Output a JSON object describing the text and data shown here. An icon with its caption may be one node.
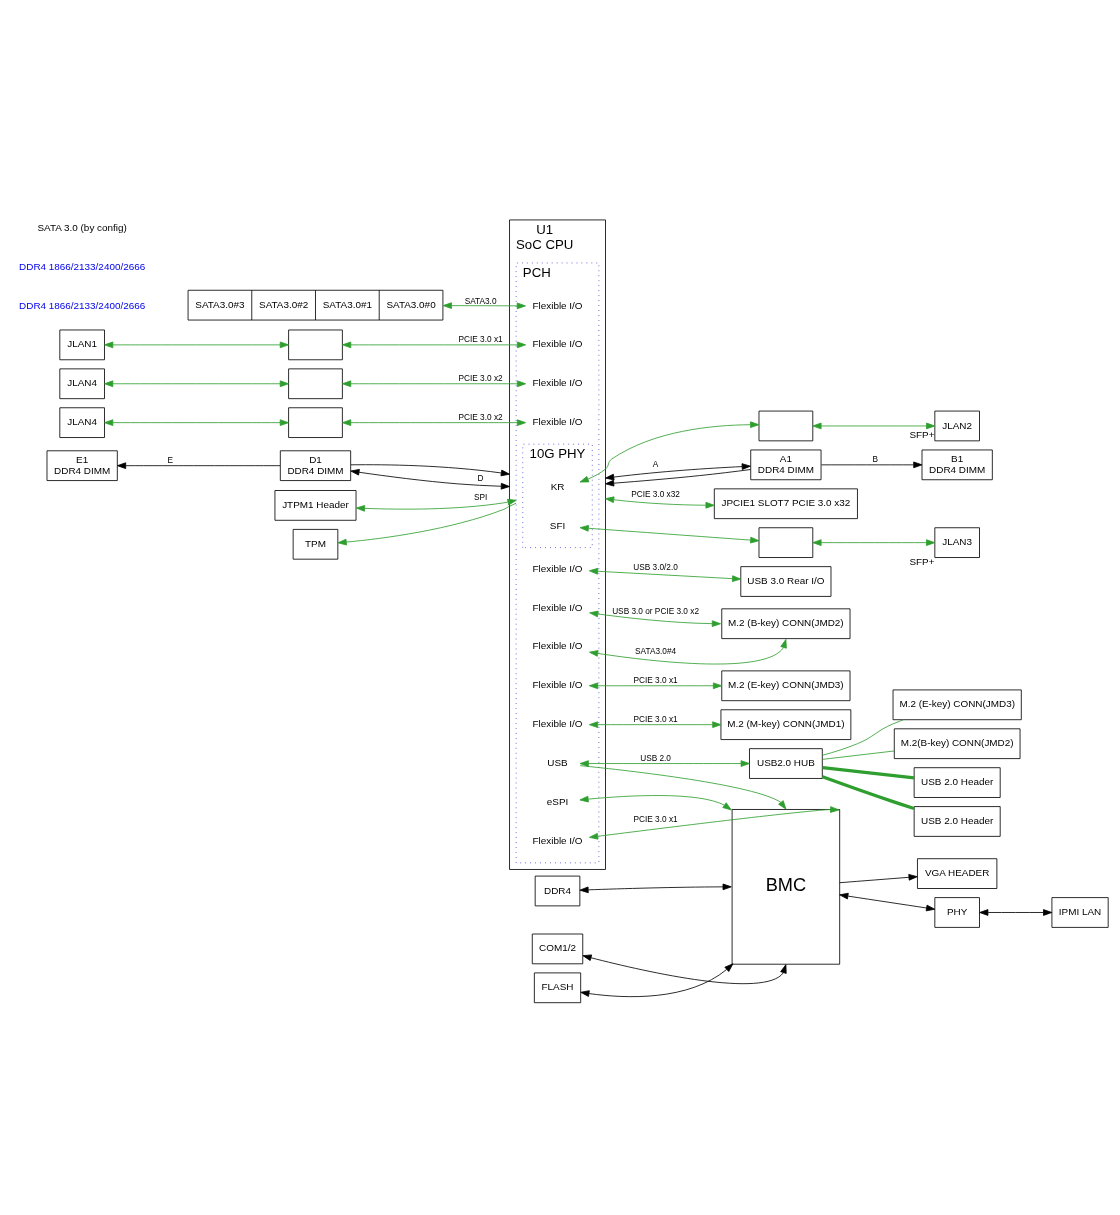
{
  "diagram": {
    "nodes": [
      {
        "text": [
          "U1",
          "SoC CPU"
        ]
      },
      {
        "text": [
          "E1",
          "DDR4 DIMM"
        ]
      },
      {
        "text": [
          "D1",
          "DDR4 DIMM"
        ]
      },
      {
        "text": [
          "A1",
          "DDR4 DIMM"
        ]
      },
      {
        "text": [
          "B1",
          "DDR4 DIMM"
        ]
      },
      {
        "text": [
          "JPCIE1 SLOT7 PCIE 3.0 x32"
        ]
      },
      {
        "text": [
          "PCH"
        ],
        "in": 0
      },
      {
        "text": [
          "10G PHY"
        ],
        "in": 6
      },
      {
        "text": [
          "KR"
        ],
        "in": 7
      },
      {
        "text": [
          "SFI"
        ],
        "in": 7
      },
      {
        "text": [
          "SATA3.0#3",
          "SATA3.0#2",
          "SATA3.0#1",
          "SATA3.0#0"
        ]
      },
      {
        "text": [
          "Flexible I/O"
        ],
        "in": 6
      },
      {
        "text": [
          "Flexible I/O"
        ],
        "in": 6
      },
      {
        "text": [],
        "shape": "box"
      },
      {
        "text": [
          "JLAN1"
        ]
      },
      {
        "text": [
          "Flexible I/O"
        ],
        "in": 6
      },
      {
        "text": [],
        "shape": "box"
      },
      {
        "text": [
          "JLAN4"
        ]
      },
      {
        "text": [
          "Flexible I/O"
        ],
        "in": 6
      },
      {
        "text": [],
        "shape": "box"
      },
      {
        "text": [
          "JLAN4"
        ]
      },
      {
        "text": [
          "JTPM1 Header"
        ]
      },
      {
        "text": [
          "TPM"
        ]
      },
      {
        "text": [],
        "shape": "box"
      },
      {
        "text": [
          "JLAN2"
        ],
        "beside": [
          "SFP+"
        ]
      },
      {
        "text": [],
        "shape": "box"
      },
      {
        "text": [
          "JLAN3"
        ],
        "beside": [
          "SFP+"
        ]
      },
      {
        "text": [
          "Flexible I/O"
        ],
        "in": 6
      },
      {
        "text": [
          "USB 3.0 Rear I/O"
        ]
      },
      {
        "text": [
          "Flexible I/O"
        ],
        "in": 6
      },
      {
        "text": [
          "M.2 (B-key) CONN(JMD2)"
        ]
      },
      {
        "text": [
          "Flexible I/O"
        ],
        "in": 6
      },
      {
        "text": [
          "Flexible I/O"
        ],
        "in": 6
      },
      {
        "text": [
          "M.2 (E-key) CONN(JMD3)"
        ]
      },
      {
        "text": [
          "Flexible I/O"
        ],
        "in": 6
      },
      {
        "text": [
          "M.2 (M-key) CONN(JMD1)"
        ]
      },
      {
        "text": [
          "USB"
        ],
        "in": 6
      },
      {
        "text": [
          "USB2.0 HUB"
        ]
      },
      {
        "text": [
          "M.2(B-key) CONN(JMD2)"
        ]
      },
      {
        "text": [
          "USB 2.0 Header"
        ]
      },
      {
        "text": [
          "USB 2.0 Header"
        ]
      },
      {
        "text": [
          "M.2 (E-key) CONN(JMD3)"
        ]
      },
      {
        "text": [
          "eSPI"
        ],
        "in": 6
      },
      {
        "text": [
          "Flexible I/O"
        ],
        "in": 6
      },
      {
        "text": [
          "BMC"
        ]
      },
      {
        "text": [
          "DDR4"
        ]
      },
      {
        "text": [
          "FLASH"
        ]
      },
      {
        "text": [
          "COM1/2"
        ]
      },
      {
        "text": [
          "PHY"
        ]
      },
      {
        "text": [
          "IPMI LAN"
        ]
      },
      {
        "text": [
          "VGA HEADER"
        ]
      }
    ],
    "edges": [
      {
        "from": 2,
        "to": 1,
        "arrow": "to",
        "label": "E",
        "color": "#000000"
      },
      {
        "from": 2,
        "to": 0,
        "arrow": "to",
        "color": "#000000"
      },
      {
        "from": 2,
        "to": 0,
        "arrow": "both",
        "label": "D",
        "color": "#000000"
      },
      {
        "from": 3,
        "to": 0,
        "arrow": "to",
        "color": "#000000"
      },
      {
        "from": 0,
        "to": 3,
        "arrow": "both",
        "label": "A",
        "color": "#000000"
      },
      {
        "from": 3,
        "to": 4,
        "arrow": "to",
        "label": "B",
        "color": "#000000"
      },
      {
        "from": 0,
        "to": 5,
        "arrow": "both",
        "label": "PCIE 3.0 x32"
      },
      {
        "from": 10,
        "to": 11,
        "arrow": "both",
        "label": "SATA3.0"
      },
      {
        "from": 13,
        "to": 12,
        "arrow": "both",
        "label": "PCIE 3.0 x1"
      },
      {
        "from": 14,
        "to": 13,
        "arrow": "both"
      },
      {
        "from": 16,
        "to": 15,
        "arrow": "both",
        "label": "PCIE 3.0 x2"
      },
      {
        "from": 17,
        "to": 16,
        "arrow": "both"
      },
      {
        "from": 19,
        "to": 18,
        "arrow": "both",
        "label": "PCIE 3.0 x2"
      },
      {
        "from": 20,
        "to": 19,
        "arrow": "both"
      },
      {
        "from": 21,
        "to": 6,
        "arrow": "both",
        "label": "SPI"
      },
      {
        "from": 6,
        "to": 22,
        "arrow": "to"
      },
      {
        "from": 8,
        "to": 23,
        "arrow": "both"
      },
      {
        "from": 23,
        "to": 24,
        "arrow": "both"
      },
      {
        "from": 9,
        "to": 25,
        "arrow": "both"
      },
      {
        "from": 25,
        "to": 26,
        "arrow": "both"
      },
      {
        "from": 27,
        "to": 28,
        "arrow": "both",
        "label": "USB 3.0/2.0"
      },
      {
        "from": 29,
        "to": 30,
        "arrow": "both",
        "label": "USB 3.0 or PCIE 3.0 x2"
      },
      {
        "from": 31,
        "to": 30,
        "arrow": "both",
        "label": "SATA3.0#4"
      },
      {
        "from": 32,
        "to": 33,
        "arrow": "both",
        "label": "PCIE 3.0 x1"
      },
      {
        "from": 34,
        "to": 35,
        "arrow": "both",
        "label": "PCIE 3.0 x1"
      },
      {
        "from": 36,
        "to": 37,
        "arrow": "both",
        "label": "USB 2.0"
      },
      {
        "from": 36,
        "to": 44,
        "arrow": "to"
      },
      {
        "from": 37,
        "to": 38,
        "arrow": "none"
      },
      {
        "from": 37,
        "to": 39,
        "arrow": "none",
        "style": "thick"
      },
      {
        "from": 37,
        "to": 40,
        "arrow": "none",
        "style": "thick"
      },
      {
        "from": 37,
        "to": 41,
        "arrow": "none"
      },
      {
        "from": 42,
        "to": 44,
        "arrow": "both"
      },
      {
        "from": 43,
        "to": 44,
        "arrow": "both",
        "label": "PCIE 3.0 x1"
      },
      {
        "from": 45,
        "to": 44,
        "arrow": "both",
        "color": "#000000"
      },
      {
        "from": 46,
        "to": 44,
        "arrow": "both",
        "color": "#000000"
      },
      {
        "from": 47,
        "to": 44,
        "arrow": "both",
        "color": "#000000"
      },
      {
        "from": 44,
        "to": 48,
        "arrow": "both",
        "color": "#000000"
      },
      {
        "from": 48,
        "to": 49,
        "arrow": "both",
        "color": "#000000"
      },
      {
        "from": 44,
        "to": 50,
        "arrow": "to",
        "color": "#000000"
      }
    ],
    "labels": [
      "DDR4 1866/2133/2400/2666",
      "DDR4 1866/2133/2400/2666",
      "SATA 3.0 (by config)"
    ]
  }
}
